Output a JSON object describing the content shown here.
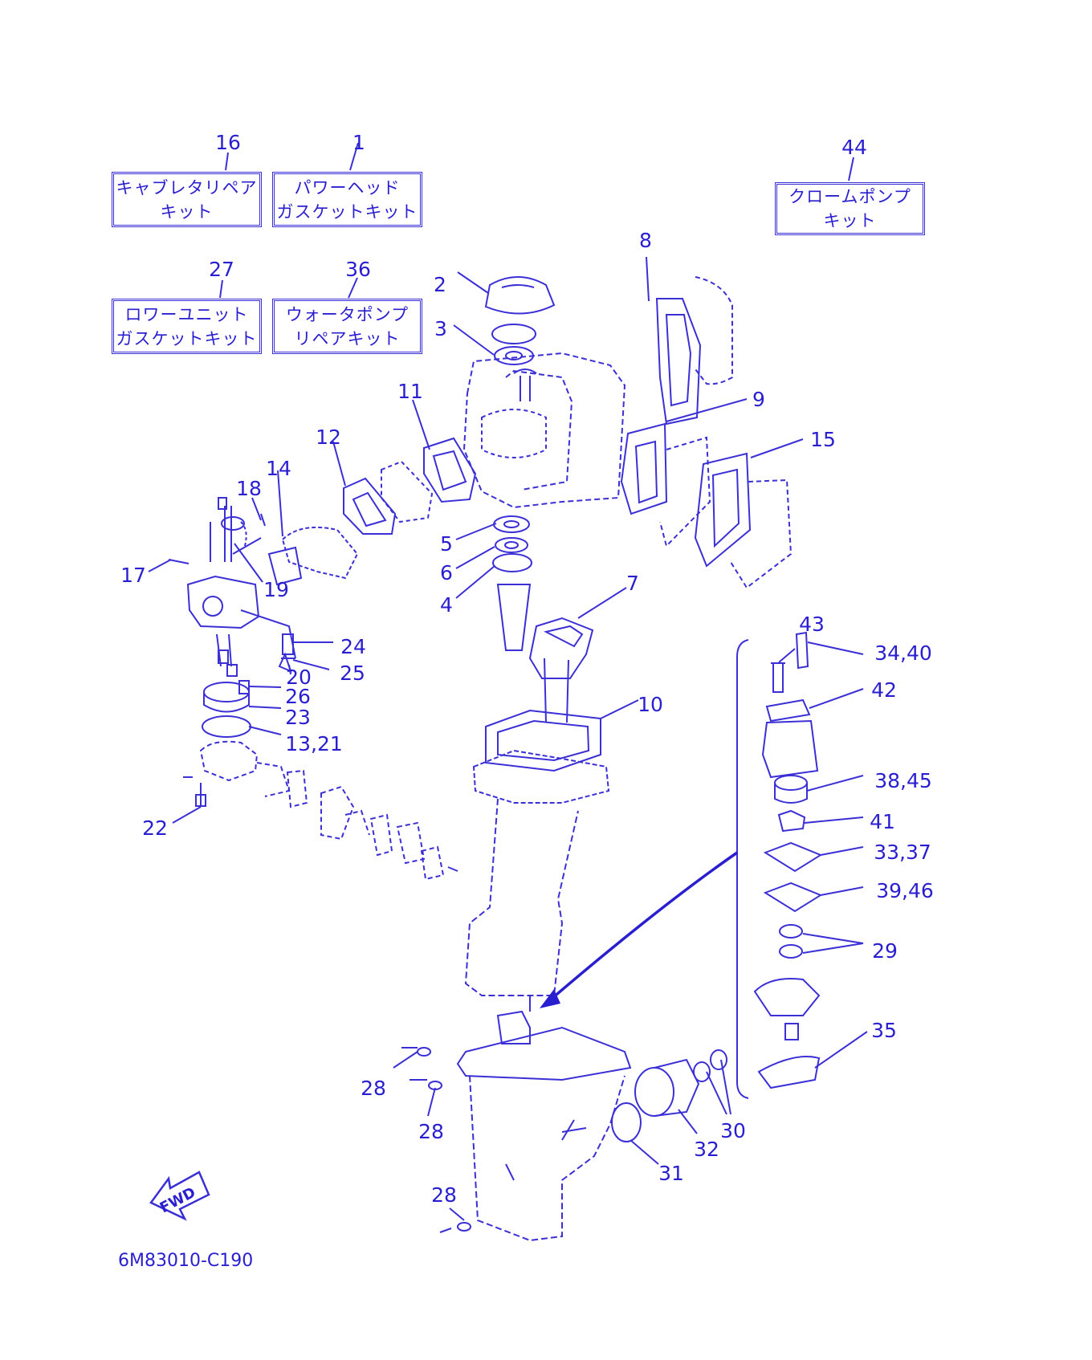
{
  "kits": [
    {
      "number": "16",
      "label": "キャブレタリペア\nキット"
    },
    {
      "number": "1",
      "label": "パワーヘッド\nガスケットキット"
    },
    {
      "number": "27",
      "label": "ロワーユニット\nガスケットキット"
    },
    {
      "number": "36",
      "label": "ウォータポンプ\nリペアキット"
    },
    {
      "number": "44",
      "label": "クロームポンプ\nキット"
    }
  ],
  "callouts": [
    "2",
    "3",
    "8",
    "11",
    "9",
    "12",
    "15",
    "14",
    "18",
    "5",
    "6",
    "4",
    "17",
    "19",
    "7",
    "24",
    "25",
    "20",
    "26",
    "23",
    "13,21",
    "10",
    "22",
    "43",
    "34,40",
    "42",
    "38,45",
    "41",
    "33,37",
    "39,46",
    "29",
    "35",
    "28",
    "28",
    "28",
    "30",
    "32",
    "31"
  ],
  "fwd_label": "FWD",
  "drawing_code": "6M83010-C190",
  "colors": {
    "ink": "#2a1fd0",
    "line": "#3b2fd6",
    "background": "#ffffff"
  }
}
